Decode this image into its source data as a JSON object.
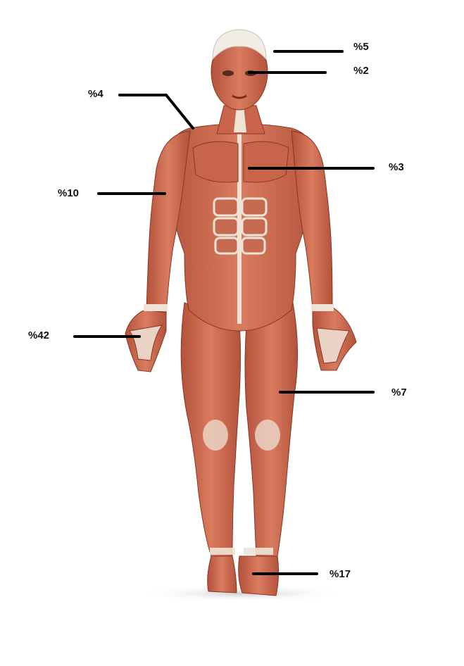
{
  "diagram": {
    "labels": [
      {
        "id": "head-top",
        "text": "%5"
      },
      {
        "id": "face",
        "text": "%2"
      },
      {
        "id": "neck-shoulder",
        "text": "%4"
      },
      {
        "id": "chest",
        "text": "%3"
      },
      {
        "id": "upper-arm",
        "text": "%10"
      },
      {
        "id": "hand",
        "text": "%42"
      },
      {
        "id": "thigh",
        "text": "%7"
      },
      {
        "id": "foot",
        "text": "%17"
      }
    ]
  },
  "colors": {
    "muscle": "#c8644a",
    "muscle_dark": "#9c3f2b",
    "tendon": "#efe3d6",
    "skull": "#f1ede4",
    "line": "#000000",
    "background": "#ffffff"
  }
}
